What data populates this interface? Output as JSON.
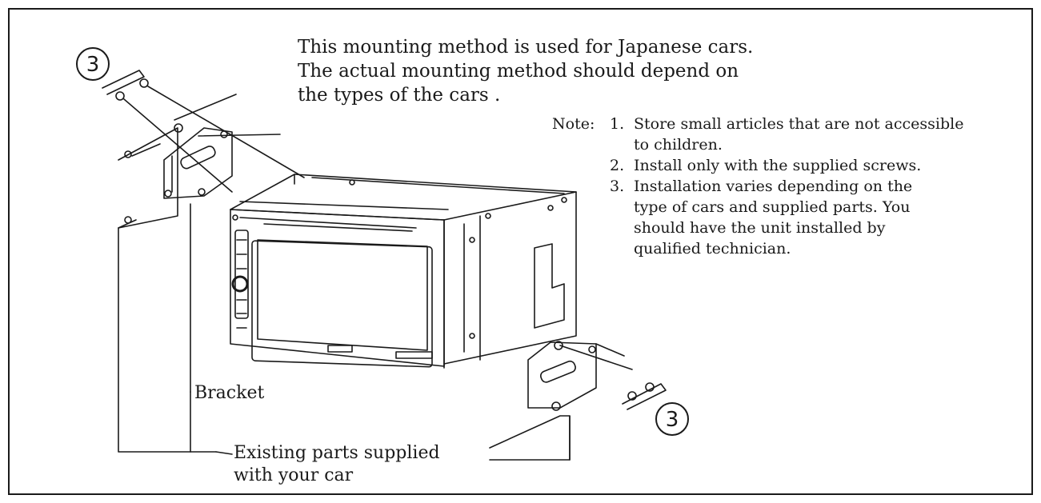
{
  "intro": {
    "line1": "This mounting method is used for Japanese cars.",
    "line2": "The actual mounting method should depend on",
    "line3": "the types of the cars ."
  },
  "note": {
    "label": "Note:",
    "items": [
      {
        "num": "1.",
        "lines": [
          "Store small articles  that are not accessible",
          "to children."
        ]
      },
      {
        "num": "2.",
        "lines": [
          "Install only with the supplied screws."
        ]
      },
      {
        "num": "3.",
        "lines": [
          "Installation varies depending on the",
          "type of cars and supplied parts. You",
          "should have the unit installed by",
          "qualified technician."
        ]
      }
    ]
  },
  "labels": {
    "bracket": "Bracket",
    "existing_line1": "Existing parts supplied",
    "existing_line2": "with your car"
  },
  "callouts": {
    "top_left": "3",
    "bottom_right": "3"
  },
  "colors": {
    "ink": "#1a1a1a",
    "background": "#ffffff"
  }
}
